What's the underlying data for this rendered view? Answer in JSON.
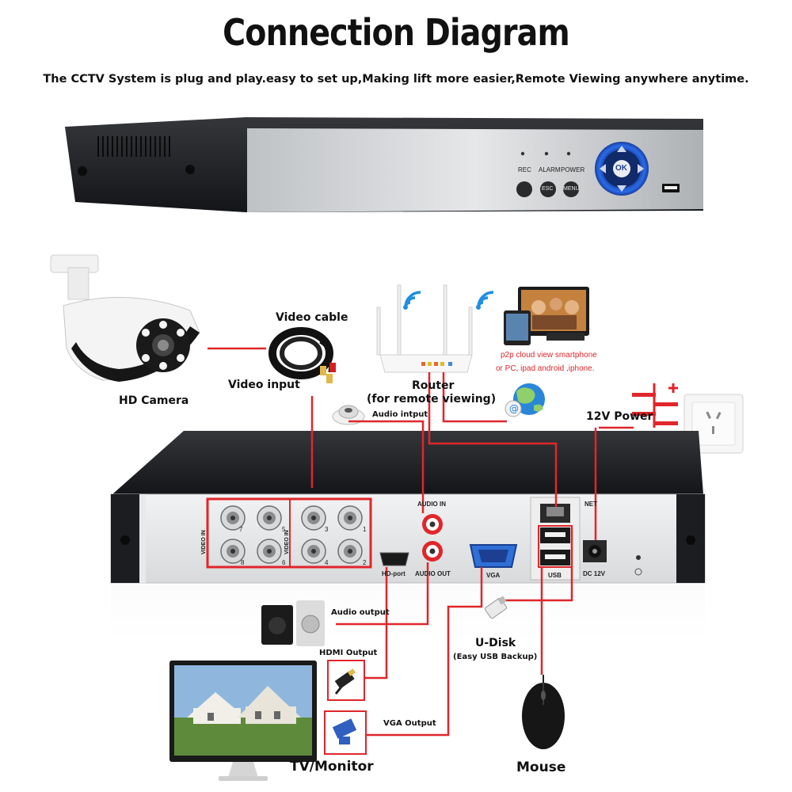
{
  "title": "Connection Diagram",
  "subtitle": "The CCTV System is plug and play.easy to set up,Making lift more easier,Remote Viewing anywhere anytime.",
  "front_panel": {
    "rec": "REC",
    "alarm": "ALARM",
    "power": "POWER",
    "esc": "ESC",
    "menu": "MENU",
    "ok": "OK"
  },
  "labels": {
    "hd_camera": "HD Camera",
    "video_cable": "Video cable",
    "video_input": "Video input",
    "router": "Router",
    "router_note": "(for remote viewing)",
    "audio_input": "Audio intput",
    "p2p_line1": "p2p cloud  view smartphone",
    "p2p_line2": "or PC, ipad android ,iphone.",
    "power_12v": "12V Power",
    "audio_output": "Audio output",
    "hdmi_output": "HDMI Output",
    "vga_output": "VGA Output",
    "u_disk": "U-Disk",
    "u_disk_note": "(Easy USB Backup)",
    "tv_monitor": "TV/Monitor",
    "mouse": "Mouse"
  },
  "rear_panel": {
    "video_in": "VIDEO IN",
    "ch1": "1",
    "ch2": "2",
    "ch3": "3",
    "ch4": "4",
    "ch5": "5",
    "ch6": "6",
    "ch7": "7",
    "ch8": "8",
    "audio_in": "AUDIO IN",
    "audio_out": "AUDIO OUT",
    "hd_port": "HD-port",
    "vga": "VGA",
    "usb": "USB",
    "net": "NET",
    "dc12v": "DC 12V"
  },
  "colors": {
    "line_red": "#e0262b",
    "dvr_dark": "#1f1f22",
    "panel_silver": "#c9cbcd",
    "blue_button": "#1f56c8"
  }
}
